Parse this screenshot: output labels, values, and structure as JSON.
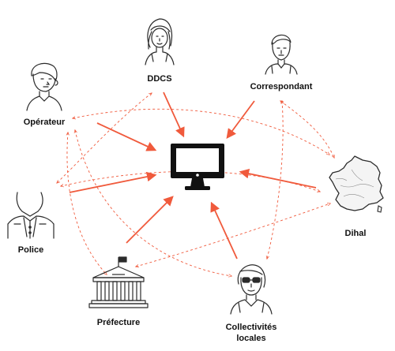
{
  "diagram": {
    "center_node": {
      "icon": "computer-monitor-icon"
    },
    "nodes": [
      {
        "id": "ddcs",
        "label": "DDCS",
        "icon": "woman-portrait-icon"
      },
      {
        "id": "correspondant",
        "label": "Correspondant",
        "icon": "man-portrait-icon"
      },
      {
        "id": "operateur",
        "label": "Opérateur",
        "icon": "boy-portrait-icon"
      },
      {
        "id": "dihal",
        "label": "Dihal",
        "icon": "france-map-icon"
      },
      {
        "id": "police",
        "label": "Police",
        "icon": "police-officer-icon"
      },
      {
        "id": "prefecture",
        "label": "Préfecture",
        "icon": "prefecture-building-icon"
      },
      {
        "id": "collectivites",
        "label_line1": "Collectivités",
        "label_line2": "locales",
        "icon": "woman-glasses-portrait-icon"
      }
    ],
    "colors": {
      "arrow": "#f05a3c",
      "text": "#111111",
      "sketch": "#2b2b2b"
    }
  }
}
